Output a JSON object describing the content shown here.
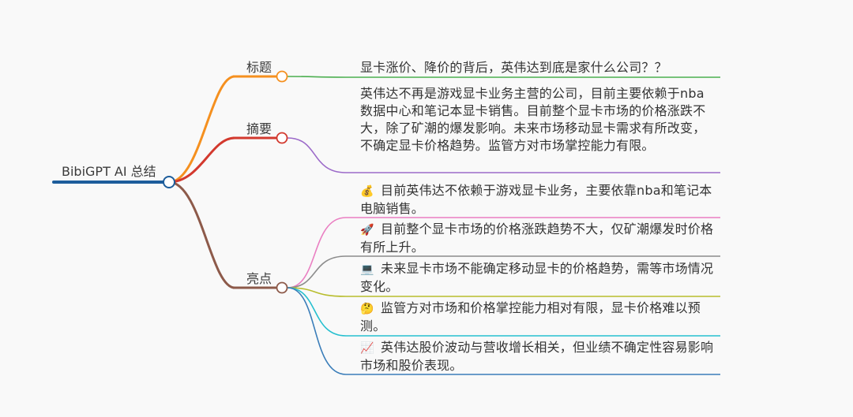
{
  "root": {
    "label": "BibiGPT AI 总结"
  },
  "branches": [
    {
      "label": "标题",
      "color": "#f5901f",
      "children": [
        {
          "icon": "",
          "text": "显卡涨价、降价的背后，英伟达到底是家什么公司？？",
          "color": "#4caf50"
        }
      ]
    },
    {
      "label": "摘要",
      "color": "#d3392e",
      "children": [
        {
          "icon": "",
          "text": "英伟达不再是游戏显卡业务主营的公司，目前主要依赖于nba数据中心和笔记本显卡销售。目前整个显卡市场的价格涨跌不大，除了矿潮的爆发影响。未来市场移动显卡需求有所改变，不确定显卡价格趋势。监管方对市场掌控能力有限。",
          "color": "#9c6ac9"
        }
      ]
    },
    {
      "label": "亮点",
      "color": "#8d5a4a",
      "children": [
        {
          "icon": "💰",
          "icon_name": "money-bag-icon",
          "text": "目前英伟达不依赖于游戏显卡业务，主要依靠nba和笔记本电脑销售。",
          "color": "#ea7fc2"
        },
        {
          "icon": "🚀",
          "icon_name": "rocket-icon",
          "text": "目前整个显卡市场的价格涨跌趋势不大，仅矿潮爆发时价格有所上升。",
          "color": "#8c8c8c"
        },
        {
          "icon": "💻",
          "icon_name": "laptop-icon",
          "text": "未来显卡市场不能确定移动显卡的价格趋势，需等市场情况变化。",
          "color": "#b8bd2d"
        },
        {
          "icon": "🤔",
          "icon_name": "thinking-face-icon",
          "text": "监管方对市场和价格掌控能力相对有限，显卡价格难以预测。",
          "color": "#25bfcf"
        },
        {
          "icon": "📈",
          "icon_name": "chart-increasing-icon",
          "text": "英伟达股价波动与营收增长相关，但业绩不确定性容易影响市场和股价表现。",
          "color": "#3a7db9"
        }
      ]
    }
  ]
}
